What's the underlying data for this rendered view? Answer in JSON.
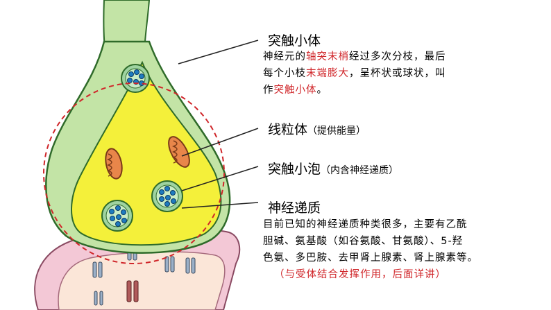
{
  "labels": {
    "synaptic_knob": {
      "title": "突触小体",
      "desc": [
        [
          {
            "t": "神经元的",
            "red": false
          },
          {
            "t": "轴突末梢",
            "red": true
          },
          {
            "t": "经过多次分枝，最后",
            "red": false
          }
        ],
        [
          {
            "t": "每个小枝",
            "red": false
          },
          {
            "t": "末端膨大",
            "red": true
          },
          {
            "t": "，呈杯状或球状，叫",
            "red": false
          }
        ],
        [
          {
            "t": "作",
            "red": false
          },
          {
            "t": "突触小体",
            "red": true
          },
          {
            "t": "。",
            "red": false
          }
        ]
      ]
    },
    "mitochondria": {
      "title": "线粒体",
      "note": "（提供能量）"
    },
    "vesicle": {
      "title": "突触小泡",
      "note": "（内含神经递质）"
    },
    "neurotransmitter": {
      "title": "神经递质",
      "desc": [
        "目前已知的神经递质种类很多，主要有乙酰",
        "胆碱、氨基酸（如谷氨酸、甘氨酸）、5-羟",
        "色氨、多巴胺、去甲肾上腺素、肾上腺素等。"
      ],
      "note": "（与受体结合发挥作用，后面详讲）"
    }
  },
  "colors": {
    "axon_green": "#c3e4a6",
    "axon_outline": "#2f6b2a",
    "cytoplasm_yellow": "#f4f03a",
    "mito_orange": "#e8864a",
    "vesicle_fill": "#9fd3a0",
    "transmitter_blue": "#1e7bbf",
    "postsynaptic_pink": "#f3c8d6",
    "highlight_red": "#d0262a"
  }
}
